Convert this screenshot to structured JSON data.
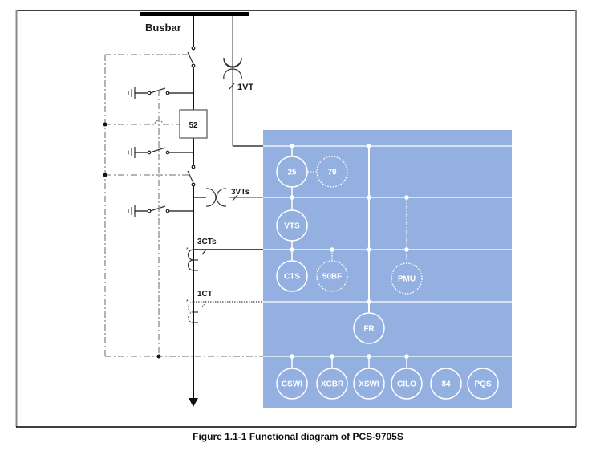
{
  "caption": "Figure 1.1-1 Functional diagram of PCS-9705S",
  "colors": {
    "panel": "#93b0e0",
    "panel_line": "#ffffff",
    "wire": "#111111",
    "gray_wire": "#7a7a7a",
    "frame": "#888888"
  },
  "labels": {
    "busbar": "Busbar",
    "vt1": "1VT",
    "vt3": "3VTs",
    "ct3": "3CTs",
    "ct1": "1CT",
    "breaker": "52"
  },
  "nodes": [
    {
      "id": "25",
      "label": "25",
      "style": "solid"
    },
    {
      "id": "79",
      "label": "79",
      "style": "dotted"
    },
    {
      "id": "VTS",
      "label": "VTS",
      "style": "solid"
    },
    {
      "id": "CTS",
      "label": "CTS",
      "style": "solid"
    },
    {
      "id": "50BF",
      "label": "50BF",
      "style": "dotted"
    },
    {
      "id": "PMU",
      "label": "PMU",
      "style": "dotted"
    },
    {
      "id": "FR",
      "label": "FR",
      "style": "solid"
    },
    {
      "id": "CSWI",
      "label": "CSWI",
      "style": "solid"
    },
    {
      "id": "XCBR",
      "label": "XCBR",
      "style": "solid"
    },
    {
      "id": "XSWI",
      "label": "XSWI",
      "style": "solid"
    },
    {
      "id": "CILO",
      "label": "CILO",
      "style": "solid"
    },
    {
      "id": "84",
      "label": "84",
      "style": "solid"
    },
    {
      "id": "PQS",
      "label": "PQS",
      "style": "solid"
    }
  ]
}
